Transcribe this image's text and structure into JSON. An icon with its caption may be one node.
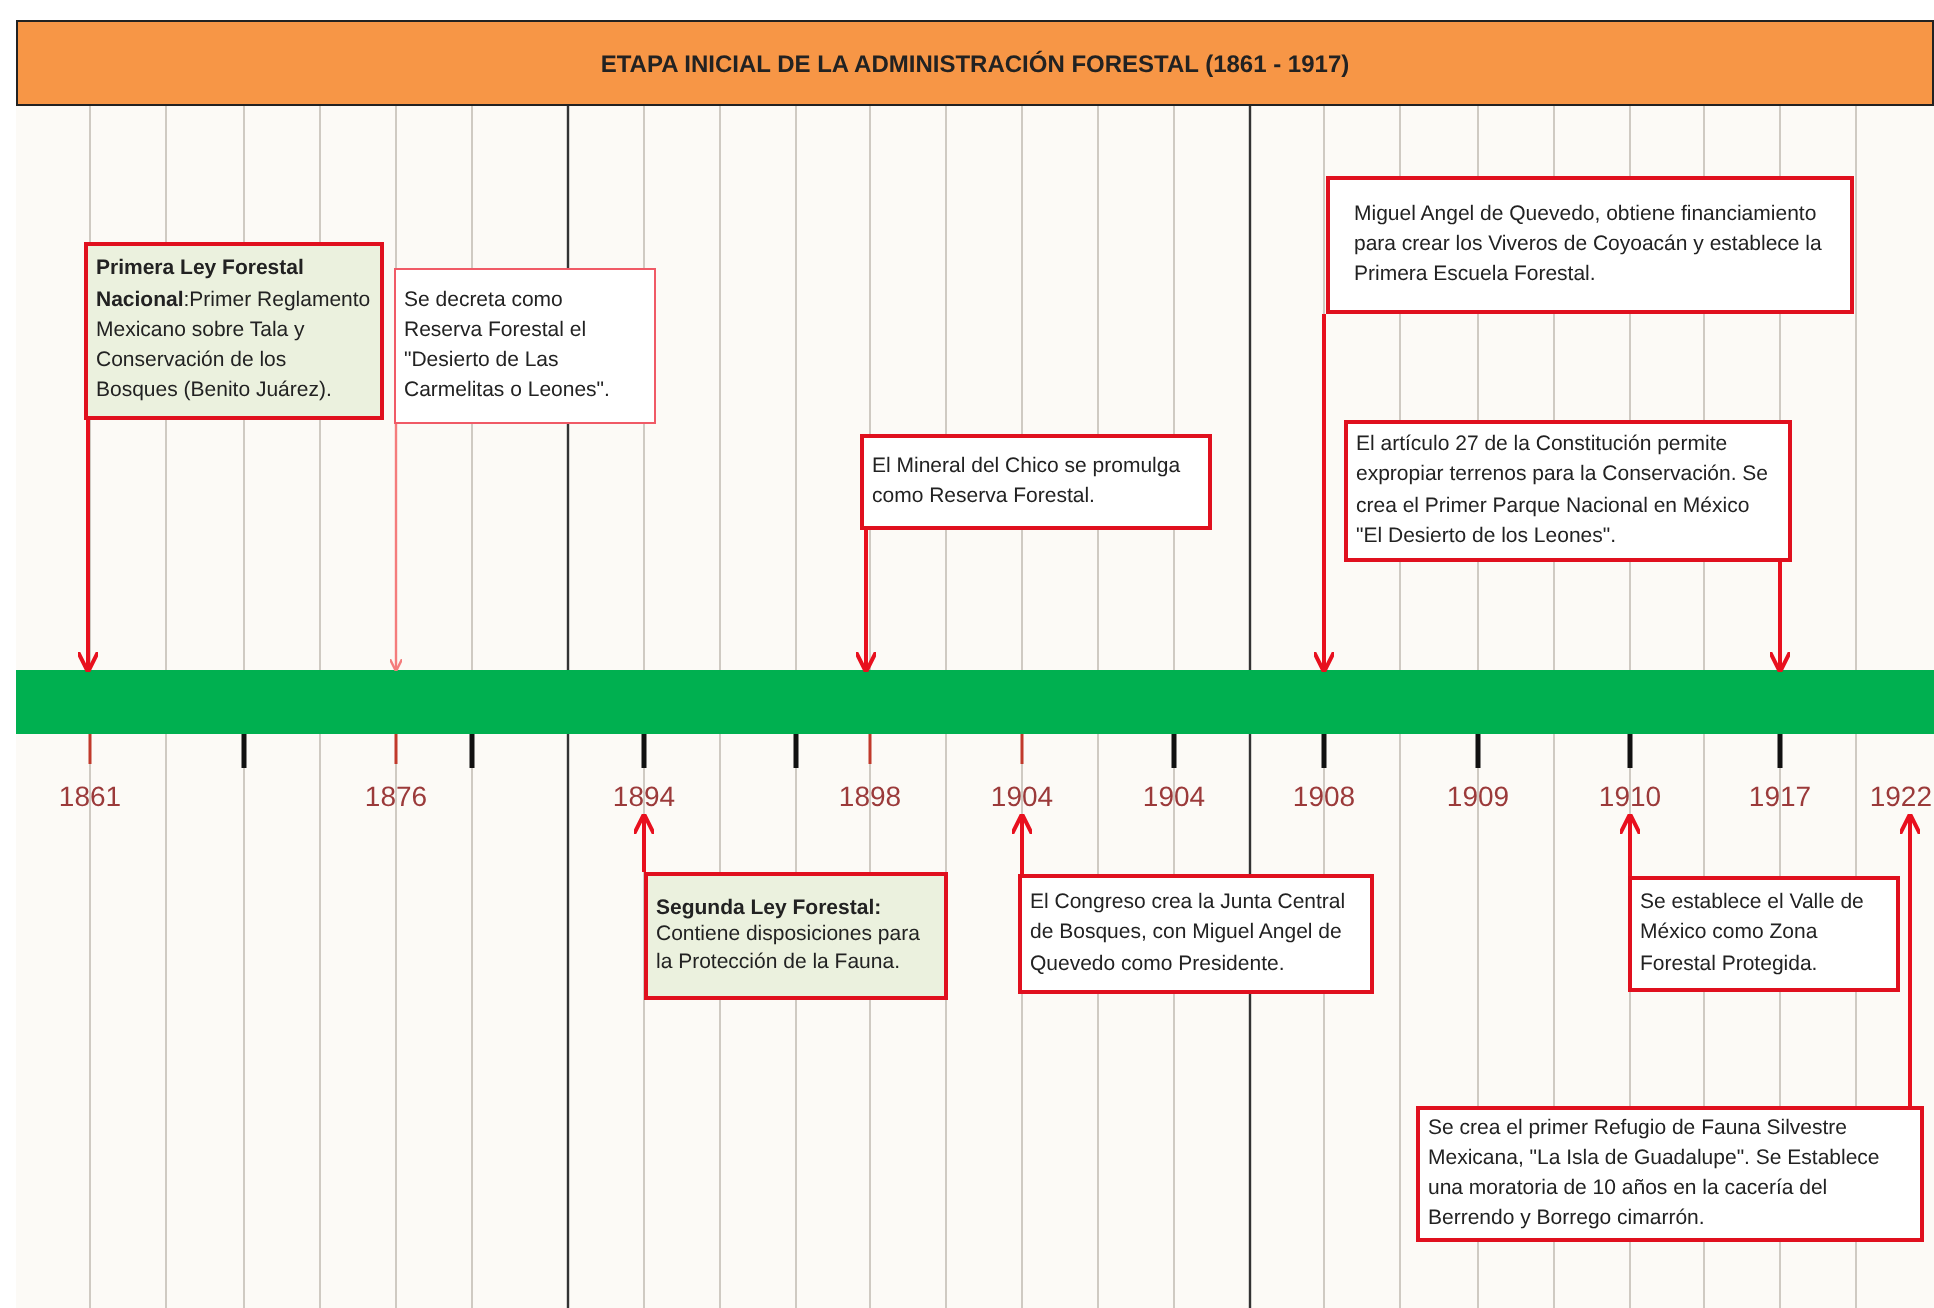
{
  "diagram": {
    "title": "ETAPA INICIAL DE LA ADMINISTRACIÓN FORESTAL (1861 - 1917)",
    "nodes": [
      {
        "text": [
          "**Primera Ley Forestal Nacional**:Primer Reglamento Mexicano sobre Tala y Conservación de los Bosques (Benito Juárez)."
        ]
      },
      {
        "text": [
          "Se decreta como Reserva Forestal el \"Desierto de Las Carmelitas o Leones\"."
        ]
      },
      {
        "text": [
          "Miguel  Angel de Quevedo, obtiene financiamiento para crear los Viveros de Coyoacán y establece la Primera Escuela Forestal."
        ]
      },
      {
        "text": [
          "El Mineral del Chico se promulga como Reserva Forestal."
        ]
      },
      {
        "text": [
          "El artículo 27 de la Constitución  permite expropiar  terrenos para la Conservación. Se crea el Primer Parque Nacional en México \"El Desierto de los Leones\"."
        ]
      },
      {
        "text": [
          "1861"
        ]
      },
      {
        "text": [
          "1876"
        ]
      },
      {
        "text": [
          "1894"
        ]
      },
      {
        "text": [
          "1898"
        ]
      },
      {
        "text": [
          "1904"
        ]
      },
      {
        "text": [
          "1904"
        ]
      },
      {
        "text": [
          "1908"
        ]
      },
      {
        "text": [
          "1909"
        ]
      },
      {
        "text": [
          "1910"
        ]
      },
      {
        "text": [
          "1917"
        ]
      },
      {
        "text": [
          "1922"
        ]
      },
      {
        "text": [
          "Segunda Ley Forestal:",
          "Contiene disposiciones para la Protección de la Fauna."
        ]
      },
      {
        "text": [
          "El Congreso crea la Junta Central de Bosques, con Miguel Angel de Quevedo como Presidente."
        ]
      },
      {
        "text": [
          "Se establece el Valle de México como Zona Forestal Protegida."
        ]
      },
      {
        "text": [
          "Se crea el  primer  Refugio de Fauna Silvestre Mexicana, \"La Isla de Guadalupe\".  Se Establece una moratoria de 10 años en la cacería del Berrendo y Borrego cimarrón."
        ]
      },
      {
        "text": [],
        "shape": "bar"
      }
    ],
    "edges": [
      {
        "from": 0,
        "to": 20,
        "arrow": "to"
      },
      {
        "from": 1,
        "to": 20,
        "arrow": "to",
        "color": "#f47c7c"
      },
      {
        "from": 3,
        "to": 20,
        "arrow": "to"
      },
      {
        "from": 2,
        "to": 20,
        "arrow": "to"
      },
      {
        "from": 4,
        "to": 20,
        "arrow": "to"
      },
      {
        "from": 16,
        "to": 7,
        "arrow": "to"
      },
      {
        "from": 17,
        "to": 9,
        "arrow": "to"
      },
      {
        "from": 18,
        "to": 13,
        "arrow": "to"
      },
      {
        "from": 19,
        "to": 15,
        "arrow": "to"
      }
    ]
  }
}
